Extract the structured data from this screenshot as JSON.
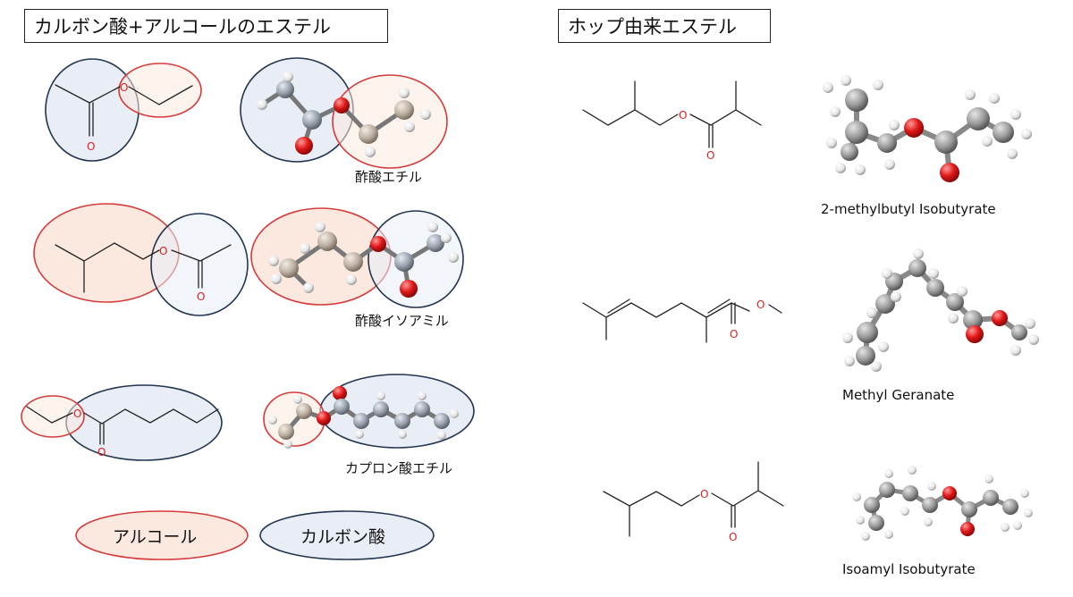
{
  "left_title": "カルボン酸+アルコールのエステル",
  "right_title": "ホップ由来エステル",
  "left_esters": [
    {
      "name": "酢酸エチル"
    },
    {
      "name": "酢酸イソアミル"
    },
    {
      "name": "カプロン酸エチル"
    }
  ],
  "legend": {
    "alcohol": "アルコール",
    "acid": "カルボン酸"
  },
  "hop_esters": [
    {
      "name": "2-methylbutyl Isobutyrate"
    },
    {
      "name": "Methyl Geranate"
    },
    {
      "name": "Isoamyl Isobutyrate"
    }
  ],
  "atom_label_oxygen": "O",
  "colors": {
    "alcohol_fill": "#fbe9df",
    "alcohol_stroke": "#d63a3a",
    "acid_fill": "#e8edf6",
    "acid_stroke": "#23344f",
    "oxygen": "#e02020",
    "carbon": "#8f8f8f",
    "hydrogen": "#f2f2f2"
  }
}
